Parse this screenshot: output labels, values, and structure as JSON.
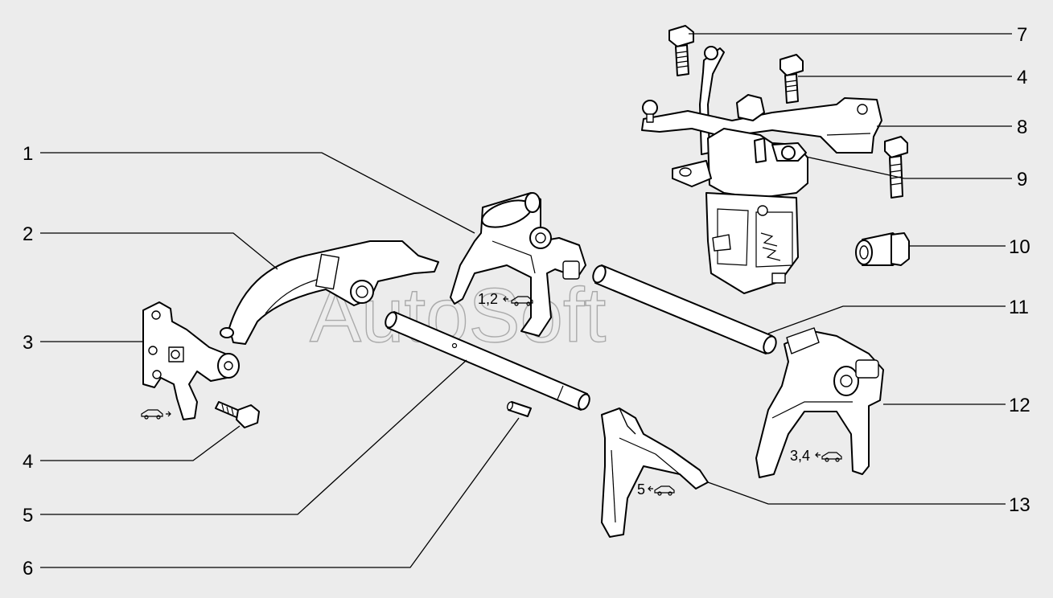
{
  "watermark": "AutoSoft",
  "callouts": {
    "c1": "1",
    "c2": "2",
    "c3": "3",
    "c4_left": "4",
    "c5": "5",
    "c6": "6",
    "c7": "7",
    "c4_right": "4",
    "c8": "8",
    "c9": "9",
    "c10": "10",
    "c11": "11",
    "c12": "12",
    "c13": "13"
  },
  "notes": {
    "fork_1_2": "1,2",
    "fork_3_4": "3,4",
    "fork_5": "5"
  },
  "icons": {
    "car": "car-direction-icon"
  },
  "colors": {
    "background": "#ececec",
    "ink": "#000000",
    "watermark": "#9a9a9a"
  }
}
